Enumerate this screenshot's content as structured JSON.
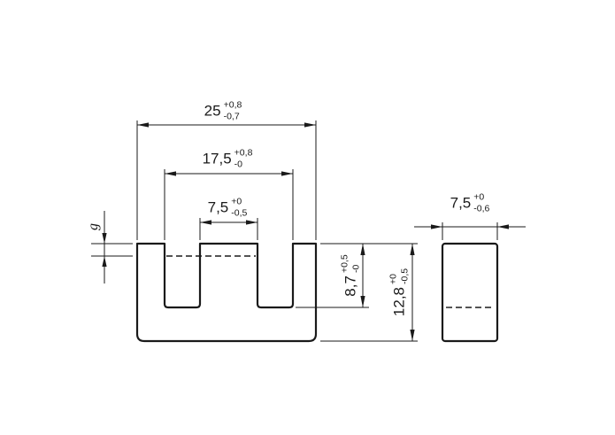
{
  "drawing": {
    "type": "technical-dimension-drawing",
    "views": {
      "front_view": "E-core front profile with two slots and air-gap hidden line",
      "side_view": "core side profile with hidden line"
    },
    "line_color": "#1a1a1a",
    "background_color": "#ffffff",
    "dimensions": {
      "overall_width": {
        "value": "25",
        "tol_upper": "+0,8",
        "tol_lower": "-0,7"
      },
      "inner_width": {
        "value": "17,5",
        "tol_upper": "+0,8",
        "tol_lower": "-0"
      },
      "center_leg_width": {
        "value": "7,5",
        "tol_upper": "+0",
        "tol_lower": "-0,5"
      },
      "air_gap": {
        "value": "g"
      },
      "window_depth": {
        "value": "8,7",
        "tol_upper": "+0,5",
        "tol_lower": "-0"
      },
      "overall_height": {
        "value": "12,8",
        "tol_upper": "+0",
        "tol_lower": "-0,5"
      },
      "core_depth": {
        "value": "7,5",
        "tol_upper": "+0",
        "tol_lower": "-0,6"
      }
    }
  }
}
